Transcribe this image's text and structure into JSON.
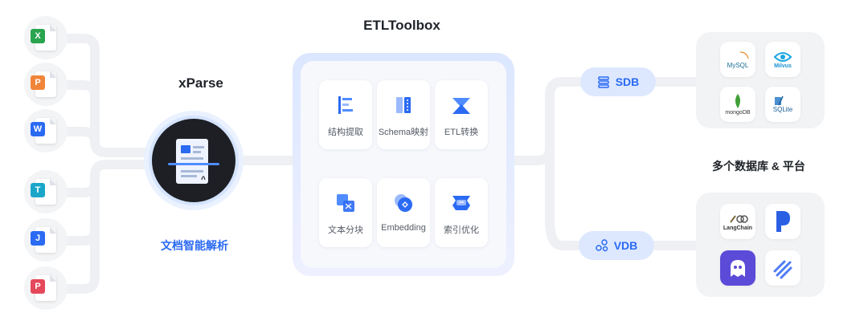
{
  "titles": {
    "xparse": "xParse",
    "etl": "ETLToolbox",
    "xparse_caption": "文档智能解析",
    "databases": "多个数据库 & 平台"
  },
  "file_types": [
    {
      "letter": "X",
      "color": "#2aa44f"
    },
    {
      "letter": "P",
      "color": "#f0853a"
    },
    {
      "letter": "W",
      "color": "#2b6af3"
    },
    {
      "letter": "T",
      "color": "#1aa6c9"
    },
    {
      "letter": "J",
      "color": "#2b6af3"
    },
    {
      "letter": "P",
      "color": "#e5485a"
    }
  ],
  "tools": [
    {
      "label": "结构提取",
      "icon": "structure-icon"
    },
    {
      "label": "Schema映射",
      "icon": "schema-icon"
    },
    {
      "label": "ETL转换",
      "icon": "etl-icon"
    },
    {
      "label": "文本分块",
      "icon": "chunk-icon"
    },
    {
      "label": "Embedding",
      "icon": "embedding-icon"
    },
    {
      "label": "索引优化",
      "icon": "index-icon"
    }
  ],
  "targets": {
    "sdb": "SDB",
    "vdb": "VDB"
  },
  "sdb_logos": [
    {
      "label": "MySQL",
      "icon": "mysql-logo"
    },
    {
      "label": "Milvus",
      "icon": "milvus-logo"
    },
    {
      "label": "mongoDB",
      "icon": "mongodb-logo"
    },
    {
      "label": "SQLite",
      "icon": "sqlite-logo"
    }
  ],
  "vdb_logos": [
    {
      "label": "LangChain",
      "icon": "langchain-logo"
    },
    {
      "label": "",
      "icon": "p-platform-logo"
    },
    {
      "label": "",
      "icon": "ghost-platform-logo"
    },
    {
      "label": "",
      "icon": "stripes-platform-logo"
    }
  ],
  "colors": {
    "accent": "#2b6af3",
    "flow": "#eef0f3",
    "panel": "#dbe7ff",
    "pill": "#dde8ff"
  }
}
